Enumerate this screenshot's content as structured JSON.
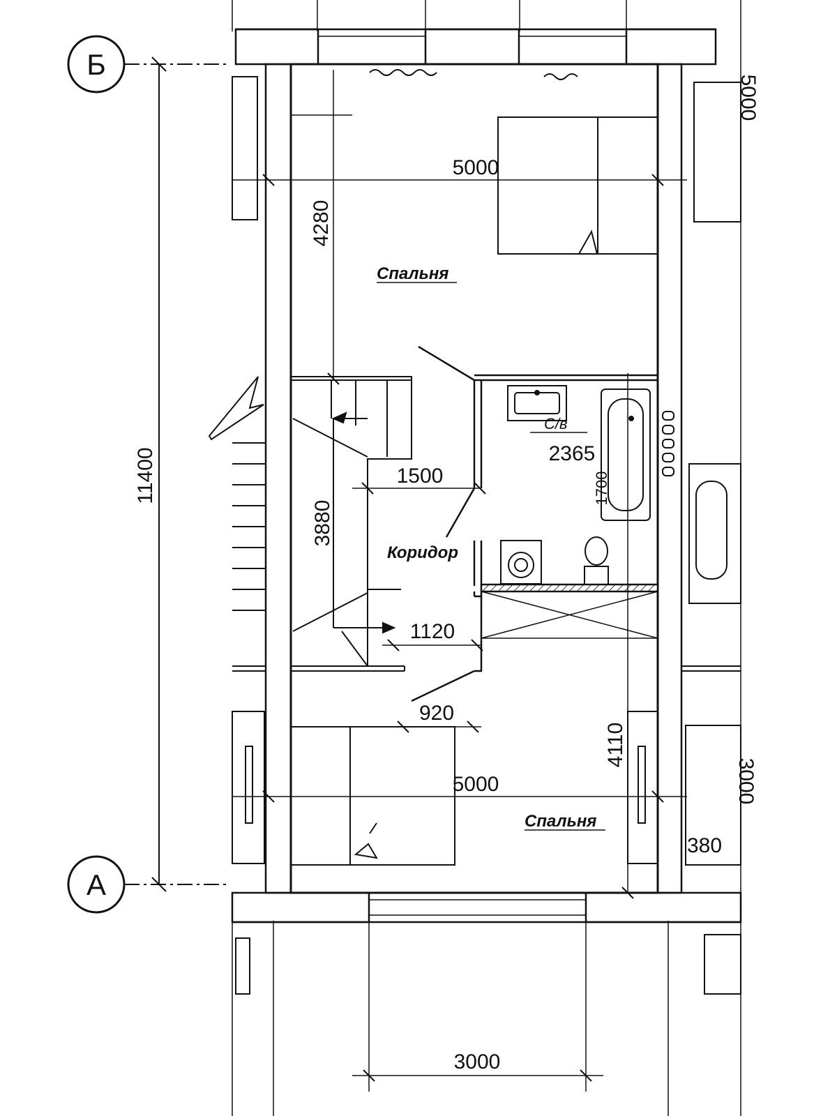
{
  "plan": {
    "axes": [
      {
        "id": "axis-b",
        "letter": "Б"
      },
      {
        "id": "axis-a",
        "letter": "А"
      }
    ],
    "rooms": {
      "bedroom_top": "Спальня",
      "corridor": "Коридор",
      "bathroom": "С/в",
      "bedroom_bottom": "Спальня"
    },
    "dimensions": {
      "overall_height": "11400",
      "top_bedroom_width": "5000",
      "top_bedroom_depth": "4280",
      "stair_width": "1500",
      "stair_length": "3880",
      "bath_dim": "2365",
      "bathtub_len": "1700",
      "landing": "1120",
      "door_width": "920",
      "bottom_bedroom_depth": "4110",
      "bottom_bedroom_width": "5000",
      "wall_offset": "380",
      "window_width": "3000",
      "right_top_partial": "5000",
      "right_bottom_partial": "3000"
    }
  }
}
